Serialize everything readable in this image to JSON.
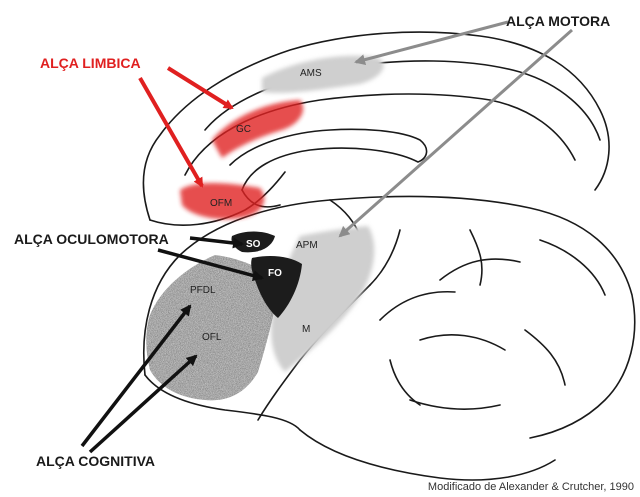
{
  "labels": {
    "motor_loop": "ALÇA MOTORA",
    "limbic_loop": "ALÇA LIMBICA",
    "oculomotor_loop": "ALÇA OCULOMOTORA",
    "cognitive_loop": "ALÇA COGNITIVA"
  },
  "regions": {
    "ams": "AMS",
    "gc": "GC",
    "ofm": "OFM",
    "so": "SO",
    "fo": "FO",
    "apm": "APM",
    "m": "M",
    "pfdl": "PFDL",
    "ofl": "OFL"
  },
  "credit": "Modificado de Alexander & Crutcher, 1990",
  "colors": {
    "limbic": "#e02020",
    "motor_arrow": "#8c8c8c",
    "motor_area": "#cfcfcf",
    "cognitive_area": "#9a9a9a",
    "oculomotor_area": "#1c1c1c",
    "arrow_dark": "#111111"
  }
}
